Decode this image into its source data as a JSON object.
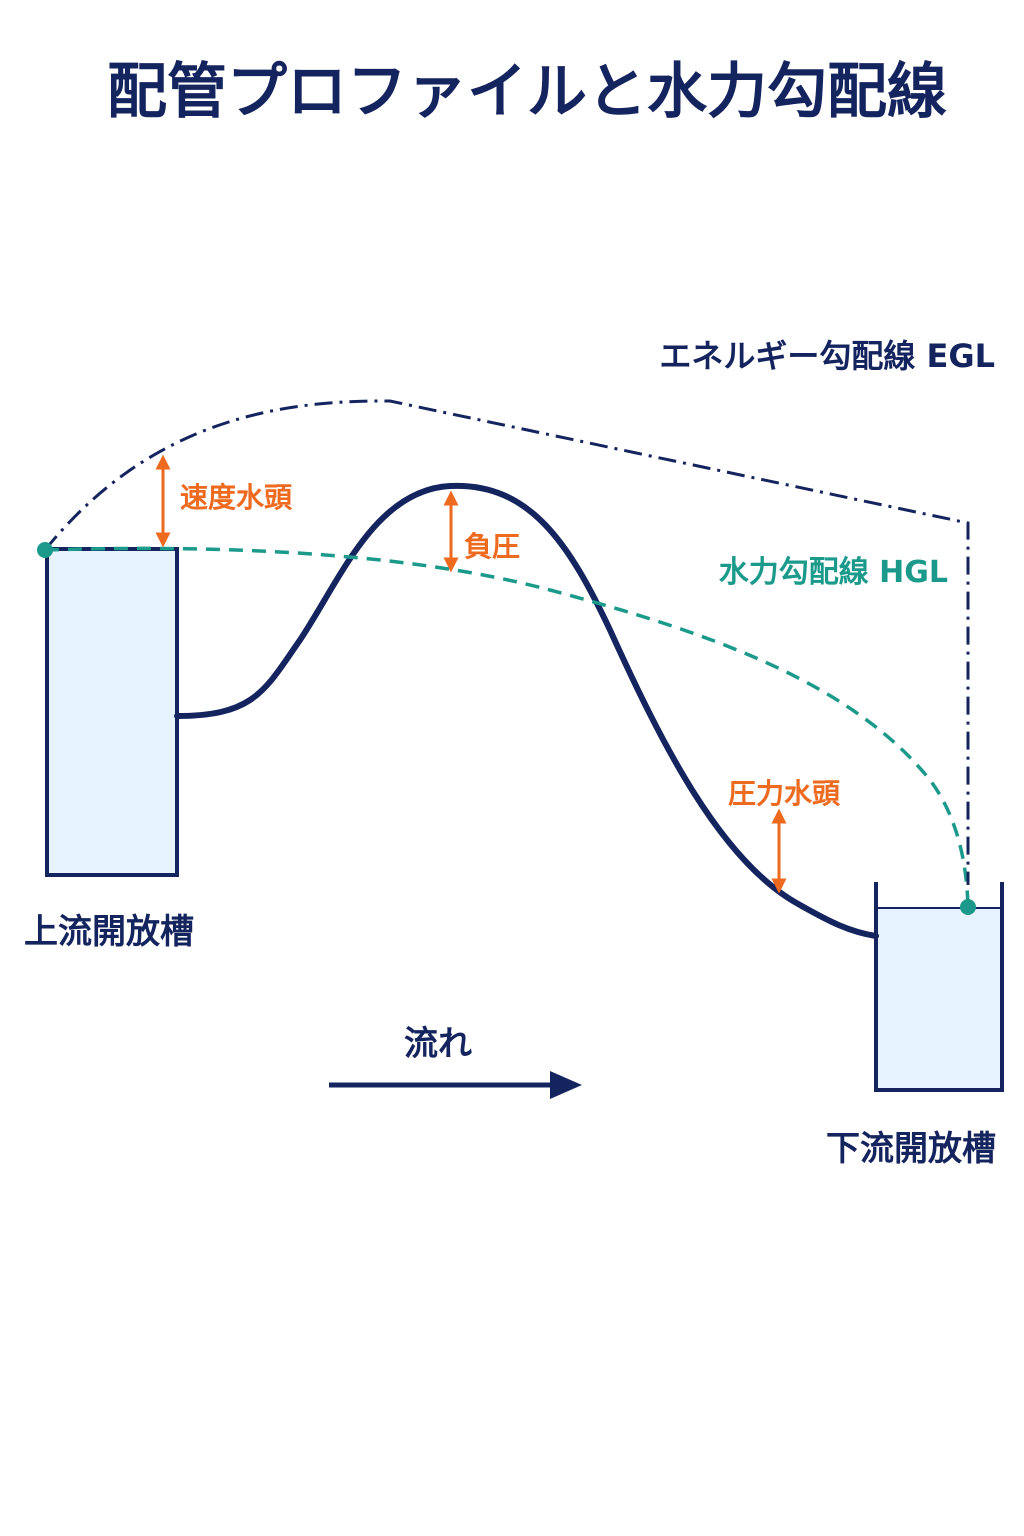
{
  "title": "配管プロファイルと水力勾配線",
  "labels": {
    "egl": "エネルギー勾配線 EGL",
    "hgl": "水力勾配線 HGL",
    "velocity_head": "速度水頭",
    "negative_pressure": "負圧",
    "pressure_head": "圧力水頭",
    "upstream_tank": "上流開放槽",
    "downstream_tank": "下流開放槽",
    "flow": "流れ"
  },
  "colors": {
    "navy": "#14245e",
    "teal": "#1b9a8c",
    "orange": "#ee6a1e",
    "tank_fill": "#e6f2fc"
  }
}
